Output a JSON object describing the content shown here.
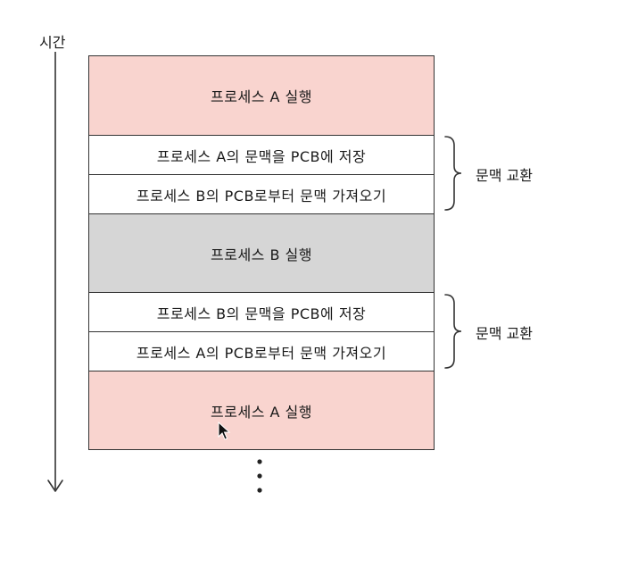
{
  "axis_label": "시간",
  "blocks": [
    {
      "label": "프로세스 A 실행",
      "kind": "exec-a"
    },
    {
      "label": "프로세스 A의 문맥을 PCB에 저장",
      "kind": "step"
    },
    {
      "label": "프로세스 B의 PCB로부터 문맥 가져오기",
      "kind": "step"
    },
    {
      "label": "프로세스 B 실행",
      "kind": "exec-b"
    },
    {
      "label": "프로세스 B의 문맥을 PCB에 저장",
      "kind": "step"
    },
    {
      "label": "프로세스 A의 PCB로부터 문맥 가져오기",
      "kind": "step"
    },
    {
      "label": "프로세스 A 실행",
      "kind": "exec-a"
    }
  ],
  "brace_labels": [
    "문맥 교환",
    "문맥 교환"
  ],
  "colors": {
    "process_a": "#f9d4cf",
    "process_b": "#d6d6d6",
    "step": "#ffffff",
    "line": "#333333"
  }
}
